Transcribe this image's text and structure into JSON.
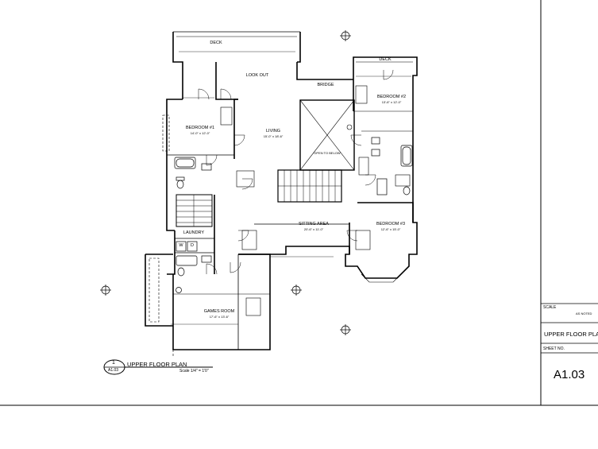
{
  "title_block": {
    "scale_label": "SCALE",
    "scale_value": "AS NOTED",
    "sheet_title": "UPPER FLOOR PLAN",
    "sheet_no_label": "SHEET NO.",
    "sheet_no": "A1.03"
  },
  "drawing_tag": {
    "number": "1",
    "sheet_ref": "A1.03",
    "title": "UPPER FLOOR PLAN",
    "scale": "Scale 1/4\" = 1'0\""
  },
  "rooms": {
    "deck_left": {
      "name": "DECK"
    },
    "deck_right": {
      "name": "DECK"
    },
    "lookout": {
      "name": "LOOK OUT"
    },
    "bridge": {
      "name": "BRIDGE"
    },
    "bedroom2": {
      "name": "BEDROOM #2",
      "dim": "13'-6\" x 12'-0\""
    },
    "bedroom1": {
      "name": "BEDROOM #1",
      "dim": "14'-0\" x 12'-0\""
    },
    "living": {
      "name": "LIVING",
      "dim": "15'-0\" x 18'-6\""
    },
    "open_to_below": {
      "name": "OPEN TO BELOW"
    },
    "sitting_area": {
      "name": "SITTING AREA",
      "dim": "20'-6\" x 11'-0\""
    },
    "bedroom3": {
      "name": "BEDROOM #3",
      "dim": "12'-6\" x 15'-0\""
    },
    "laundry": {
      "name": "LAUNDRY"
    },
    "washer": {
      "name": "W"
    },
    "dryer": {
      "name": "D"
    },
    "games_room": {
      "name": "GAMES ROOM",
      "dim": "17'-6\" x 13'-6\""
    }
  }
}
